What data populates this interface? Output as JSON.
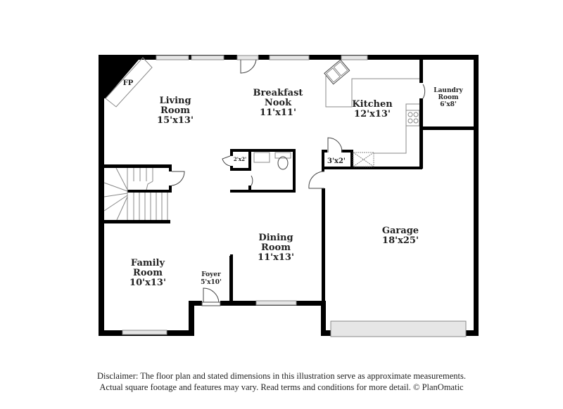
{
  "floor_plan": {
    "rooms": [
      {
        "id": "living-room",
        "name_line1": "Living",
        "name_line2": "Room",
        "dims": "15'x13'"
      },
      {
        "id": "breakfast-nook",
        "name_line1": "Breakfast",
        "name_line2": "Nook",
        "dims": "11'x11'"
      },
      {
        "id": "kitchen",
        "name_line1": "Kitchen",
        "dims": "12'x13'"
      },
      {
        "id": "laundry-room",
        "name_line1": "Laundry",
        "name_line2": "Room",
        "dims": "6'x8'"
      },
      {
        "id": "closet-small",
        "dims": "2'x2'"
      },
      {
        "id": "pantry",
        "dims": "3'x2'"
      },
      {
        "id": "garage",
        "name_line1": "Garage",
        "dims": "18'x25'"
      },
      {
        "id": "dining-room",
        "name_line1": "Dining",
        "name_line2": "Room",
        "dims": "11'x13'"
      },
      {
        "id": "family-room",
        "name_line1": "Family",
        "name_line2": "Room",
        "dims": "10'x13'"
      },
      {
        "id": "foyer",
        "name_line1": "Foyer",
        "dims": "5'x10'"
      }
    ],
    "fireplace_label": "FP"
  },
  "disclaimer": {
    "line1": "Disclaimer: The floor plan and stated dimensions in this illustration serve as approximate measurements.",
    "line2": "Actual square footage and features may vary. Read terms and conditions for more detail. © PlanOmatic"
  }
}
